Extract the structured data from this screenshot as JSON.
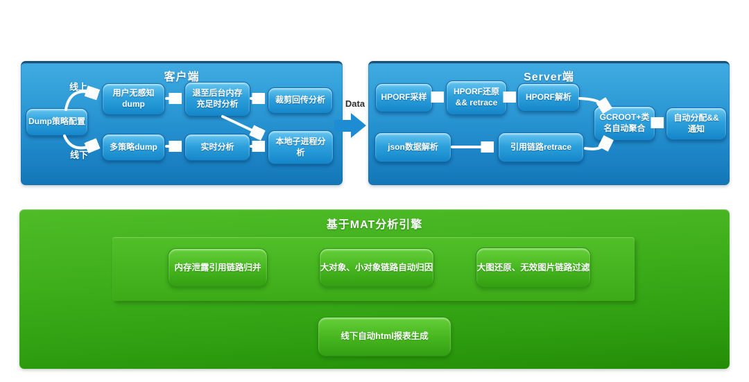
{
  "client": {
    "title": "客户端",
    "online_label": "线上",
    "offline_label": "线下",
    "nodes": {
      "dump_config": "Dump策略配置",
      "user_dump": "用户无感知\ndump",
      "bg_memory": "退至后台内存\n充足时分析",
      "crop_upload": "裁剪回传分析",
      "multi_dump": "多策略dump",
      "realtime": "实时分析",
      "local_subprocess": "本地子进程分\n析"
    }
  },
  "link": {
    "data_label": "Data"
  },
  "server": {
    "title": "Server端",
    "nodes": {
      "hporf_sample": "HPORF采样",
      "hporf_restore": "HPORF还原\n&& retrace",
      "hporf_parse": "HPORF解析",
      "json_parse": "json数据解析",
      "ref_retrace": "引用链路retrace",
      "gcroot": "GCROOT+类\n名自动聚合",
      "auto_assign": "自动分配&&\n通知"
    }
  },
  "engine": {
    "title": "基于MAT分析引擎",
    "features": [
      "内存泄露引用链路归并",
      "大对象、小对象链路自动归因",
      "大图还原、无效图片链路过滤"
    ],
    "bottom_feature": "线下自动html报表生成"
  },
  "colors": {
    "panel_blue_top": "#41ABE1",
    "panel_blue_bottom": "#1477B6",
    "panel_green_top": "#4FBC27",
    "panel_green_bottom": "#238C07",
    "arrow": "#FFFFFF",
    "data_arrow_blue": "#1E8CD3"
  }
}
